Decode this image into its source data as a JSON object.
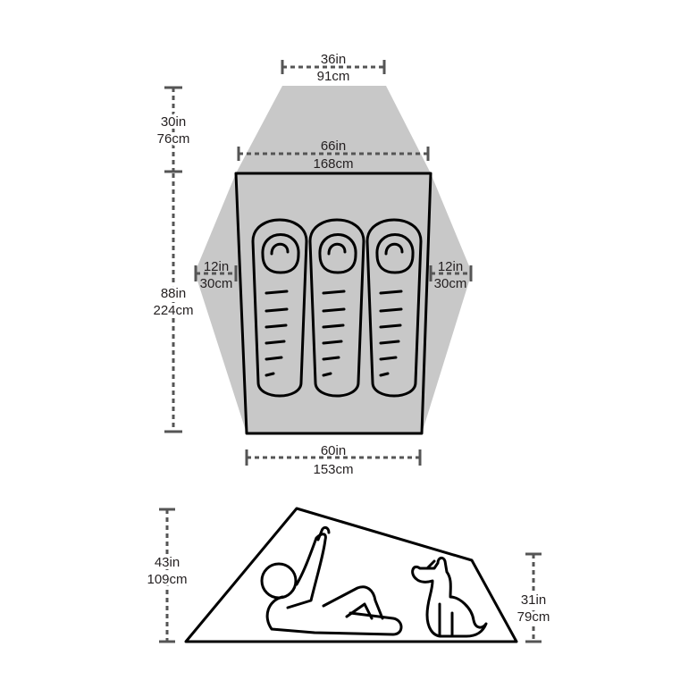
{
  "colors": {
    "vestibule_fill": "#c8c8c8",
    "outline": "#000000",
    "dimension": "#555555",
    "text": "#231f20"
  },
  "floor_plan": {
    "top_width": {
      "imperial": "36in",
      "metric": "91cm"
    },
    "vestibule_depth": {
      "imperial": "30in",
      "metric": "76cm"
    },
    "head_width": {
      "imperial": "66in",
      "metric": "168cm"
    },
    "length": {
      "imperial": "88in",
      "metric": "224cm"
    },
    "left_side_vestibule": {
      "imperial": "12in",
      "metric": "30cm"
    },
    "right_side_vestibule": {
      "imperial": "12in",
      "metric": "30cm"
    },
    "foot_width": {
      "imperial": "60in",
      "metric": "153cm"
    },
    "sleeping_bags": 3
  },
  "side_view": {
    "peak_height": {
      "imperial": "43in",
      "metric": "109cm"
    },
    "foot_height": {
      "imperial": "31in",
      "metric": "79cm"
    },
    "figures": [
      "person-icon",
      "dog-icon"
    ]
  }
}
